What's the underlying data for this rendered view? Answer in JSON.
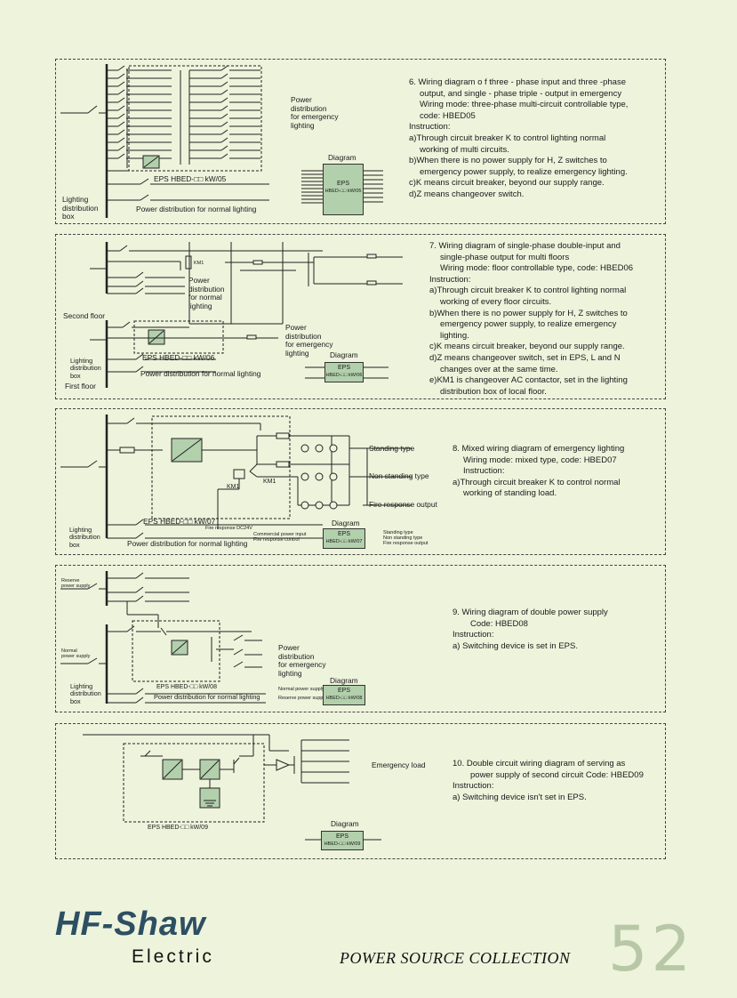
{
  "common": {
    "diagram": "Diagram",
    "eps": "EPS",
    "power_dist_emergency": [
      "Power",
      "distribution",
      "for emergency",
      "lighting"
    ],
    "lighting_box": [
      "Lighting",
      "distribution",
      "box"
    ],
    "power_normal": "Power distribution for normal lighting"
  },
  "section6": {
    "lines": [
      "6. Wiring  diagram o f three - phase input and three -phase",
      "output,  and  single - phase triple - output  in emergency",
      "Wiring mode: three-phase multi-circuit controllable type,",
      "code: HBED05",
      "Instruction:",
      "a)Through  circuit breaker K  to  control lighting  normal",
      "working of multi circuits.",
      "b)When there  is no  power supply for H, Z switches to",
      "emergency power supply, to realize emergency lighting.",
      "c)K means circuit breaker, beyond our supply range.",
      "d)Z means changeover switch."
    ],
    "eps_label": "EPS  HBED-□□ kW/05",
    "eps_box": "HBED-□□ kW/05"
  },
  "section7": {
    "lines": [
      "7. Wiring diagram of single-phase double-input and",
      "single-phase output for multi floors",
      "Wiring mode: floor controllable type, code: HBED06",
      "Instruction:",
      "a)Through circuit breaker K to control lighting normal",
      "working of every floor circuits.",
      "b)When there is no power supply for H, Z switches to",
      "emergency power supply, to realize emergency",
      "lighting.",
      "c)K means circuit breaker, beyond our supply range.",
      "d)Z means changeover switch, set in EPS, L and N",
      "changes over at the same time.",
      "e)KM1 is changeover AC contactor, set in the lighting",
      "distribution box of local floor."
    ],
    "second_floor": "Second floor",
    "first_floor": "First floor",
    "power_dist_normal": [
      "Power",
      "distribution",
      "for normal",
      "lighting"
    ],
    "eps_label": "EPS HBED-□□ kW/06",
    "eps_box": "HBED-□□ kW/06",
    "km1": "KM1"
  },
  "section8": {
    "lines": [
      "8. Mixed wiring diagram of emergency lighting",
      "Wiring mode: mixed type, code: HBED07",
      "Instruction:",
      "a)Through circuit breaker K to control normal",
      "working of standing load."
    ],
    "standing": "Standing type",
    "non_standing": "Non standing type",
    "fire": "Fire response output",
    "km1": "KM1",
    "eps_label": "EPS  HBED-□□ kW/07",
    "fire_dc": "Fire response DC24V",
    "eps_box": "HBED-□□ kW/07",
    "in1": "Commercial power input",
    "in2": "Fire response control",
    "out1": "Standing type",
    "out2": "Non standing type",
    "out3": "Fire response output"
  },
  "section9": {
    "lines": [
      "9. Wiring diagram of double power supply",
      "Code: HBED08",
      "Instruction:",
      "a) Switching device is set in EPS."
    ],
    "reserve": [
      "Reserve",
      "power supply"
    ],
    "normal": [
      "Normal",
      "power supply"
    ],
    "eps_label": "EPS  HBED-□□ kW/08",
    "eps_box": "HBED-□□ kW/08",
    "in1": "Normal power supply",
    "in2": "Reserve power supply"
  },
  "section10": {
    "lines": [
      "10. Double circuit wiring diagram of serving as",
      "power supply of second circuit Code: HBED09",
      "Instruction:",
      "a) Switching device isn't set in EPS."
    ],
    "emergency_load": "Emergency load",
    "eps_label": "EPS  HBED-□□ kW/09",
    "eps_box": "HBED-□□ kW/09"
  },
  "footer": {
    "brand": "HF-Shaw",
    "brand_sub": "Electric",
    "collection": "POWER SOURCE COLLECTION",
    "page": "52"
  }
}
